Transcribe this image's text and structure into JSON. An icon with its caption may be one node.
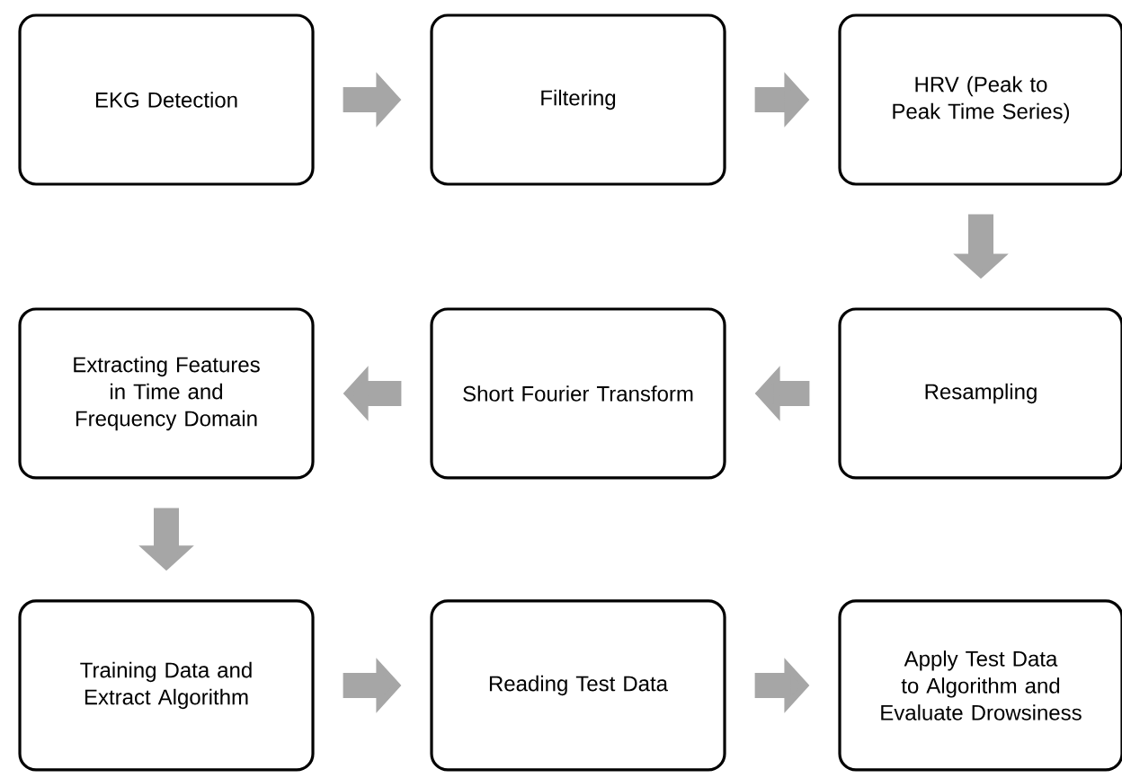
{
  "diagram": {
    "nodes": [
      {
        "text": [
          "EKG Detection"
        ]
      },
      {
        "text": [
          "Filtering"
        ]
      },
      {
        "text": [
          "HRV (Peak to Peak Time Series)"
        ]
      },
      {
        "text": [
          "Extracting Features in Time and Frequency Domain"
        ]
      },
      {
        "text": [
          "Short Fourier Transform"
        ]
      },
      {
        "text": [
          "Resampling"
        ]
      },
      {
        "text": [
          "Training Data and Extract Algorithm"
        ]
      },
      {
        "text": [
          "Reading Test Data"
        ]
      },
      {
        "text": [
          "Apply Test Data to Algorithm and Evaluate Drowsiness"
        ]
      }
    ],
    "edges": [
      {
        "from": 0,
        "to": 1,
        "arrow": "to"
      },
      {
        "from": 1,
        "to": 2,
        "arrow": "to"
      },
      {
        "from": 2,
        "to": 5,
        "arrow": "to"
      },
      {
        "from": 5,
        "to": 4,
        "arrow": "to"
      },
      {
        "from": 4,
        "to": 3,
        "arrow": "to"
      },
      {
        "from": 3,
        "to": 6,
        "arrow": "to"
      },
      {
        "from": 6,
        "to": 7,
        "arrow": "to"
      },
      {
        "from": 7,
        "to": 8,
        "arrow": "to"
      }
    ]
  }
}
